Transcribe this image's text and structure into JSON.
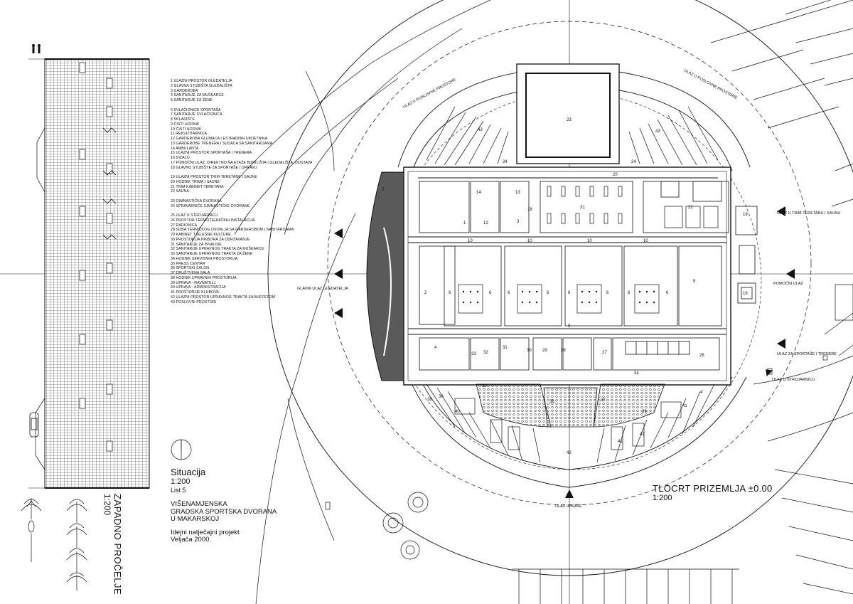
{
  "legend": [
    "1 ULAZNI PROSTOR GLEDATELJA",
    "2 GLAVNA STUBIŠTA GLEDALIŠTA",
    "3 GARDEROBA",
    "4 SANITARIJE ZA MUŠKARCE",
    "5 SANITARIJE ZA ŽENE",
    "",
    "6 SVLAČIONICE SPORTAŠA",
    "7 SANITARIJE SVLAČIONICA",
    "8 SKLADIŠTE",
    "9 ČISTI HODNIK",
    "10 ČISTI HODNIK",
    "11 REKVIZITARNICA",
    "12 GARDEROBA GLUMACA I ESTRADNIH UMJETNIKA",
    "13 GARDEROBE TRENERA I SUDACA SA SANITARIJAMA",
    "14 AMBULANTA",
    "15 ULAZNI PROSTOR SPORTAŠA I TRENERA",
    "16 DIZALO",
    "17 POMOĆNI ULAZ; DIREKTNO NA ETAŽE BORILIŠTA I GLEDALIŠTA; DOSTAVA",
    "18 GLAVNO STUBIŠTE ZA SPORTAŠE I UPRAVU",
    "",
    "19 ULAZNI PROSTOR TRIM-TERETANE I SAUNE",
    "20 HODNIK TRIMA I SAUNE",
    "21 TRIM KABINET-TERETANA",
    "22 SAUNA",
    "",
    "23 GIMNASTIČKA DVORANA",
    "24 SPRAVARNICE GIMNASTIČKE DVORANE",
    "",
    "25 ULAZ U STROJARNICU",
    "26 PROSTOR TERMOTEHNIČKIH INSTALACIJA",
    "27 RADIONICA",
    "28 SOBA TEHNIČKOG OSOBLJA SA GARDEROBOM I SANITARIJAMA",
    "29 KABINET TJELESNE KULTURE",
    "30 PROSTORIJA PRIBORA ZA ODRŽAVANJE",
    "31 SANITARIJE ZA INVALIDE",
    "32 SANITARIJE UPRAVNOG TRAKTA ZA MUŠKARCE",
    "33 SANITARIJE UPRAVNOG TRAKTA ZA ŽENE",
    "34 HODNIK SERVISNIH PROSTORIJA",
    "35 PRESS CENTAR",
    "36 SPORTSKI SALON",
    "37 DRUŠTVENA SALA",
    "38 HODNIK UPRAVNIH PROSTORIJA",
    "39 UPRAVA - RAVNATELJ",
    "40 UPRAVA - ADMINISTRACIJA",
    "41 PROSTORIJE KLUBOVA",
    "42 ULAZNI PROSTOR UPRAVNOG TRAKTA SA BUFFETOM",
    "43 POSLOVNI PROSTORI"
  ],
  "title_block": {
    "name": "Situacija",
    "scale": "1:200",
    "sheet": "List 5",
    "project_lines": [
      "VIŠENAMJENSKA",
      "GRADSKA SPORTSKA DVORANA",
      "U MAKARSKOJ"
    ],
    "note_lines": [
      "Idejni natječajni projekt",
      "Veljača 2000."
    ]
  },
  "plan_title": {
    "name": "TLOCRT PRIZEMLJA  ±0.00",
    "scale": "1:200"
  },
  "elevation_title": {
    "name": "ZAPADNO PROČELJE",
    "scale": "1:200"
  },
  "plan_labels": {
    "main_entry": "GLAVNI ULAZ GLEDATELJA",
    "aux_entry": "POMOĆNI ULAZ",
    "trim_entry": "ULAZ U TRIM-TERETANU I SAUNU",
    "athletes_entry": "ULAZ ZA SPORTAŠE I TRENERE",
    "machine_entry": "ULAZ U STROJARNICU",
    "admin_entry": "ULAZ UPRAVE",
    "business_left": "ULAZ U POSLOVNE PROSTORE",
    "business_right": "ULAZ U POSLOVNE PROSTORE"
  },
  "room_numbers": {
    "r23": "23",
    "r43a": "43",
    "r43b": "43",
    "r24a": "24",
    "r24b": "24",
    "r20": "20",
    "r31": "31",
    "r22": "22",
    "r19": "19",
    "r18": "18",
    "r13": "13",
    "r3": "3",
    "r12": "12",
    "r14": "14",
    "r1": "1",
    "r2": "2",
    "r2b": "2",
    "r5": "5",
    "r10a": "10",
    "r10b": "10",
    "r10c": "10",
    "r10d": "10",
    "r6a": "6",
    "r6b": "6",
    "r6c": "6",
    "r6d": "6",
    "r6e": "6",
    "r6f": "6",
    "r6g": "6",
    "r6h": "6",
    "r9": "9",
    "r16": "16",
    "r4": "4",
    "r33": "33",
    "r32": "32",
    "r31b": "31",
    "r30": "30",
    "r29": "29",
    "r28": "28",
    "r27": "27",
    "r26": "26",
    "r34": "34",
    "r35": "35",
    "r36": "36",
    "r37": "37",
    "r38": "38",
    "r39a": "39",
    "r39b": "39",
    "r40": "40",
    "r41a": "41",
    "r41b": "41",
    "r41c": "41",
    "r42": "42",
    "r4p": "4'"
  },
  "colors": {
    "ink": "#111111",
    "tribune": "#5a5a5a",
    "grid": "#222222"
  }
}
